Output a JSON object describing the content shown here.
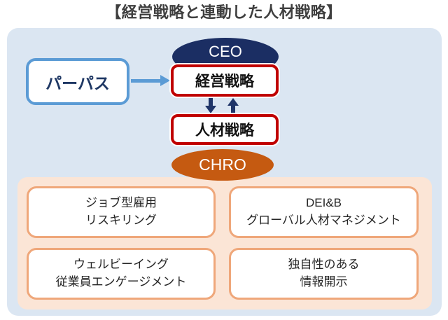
{
  "title": "【経営戦略と連動した人材戦略】",
  "nodes": {
    "ceo": {
      "label": "CEO"
    },
    "purpose": {
      "label": "パーパス"
    },
    "management_strategy": {
      "label": "経営戦略"
    },
    "hr_strategy": {
      "label": "人材戦略"
    },
    "chro": {
      "label": "CHRO"
    }
  },
  "arrows": {
    "purpose_to_management": "right-arrow",
    "management_to_hr": "down-arrow",
    "hr_to_management": "up-arrow"
  },
  "hr_initiatives": {
    "boxes": [
      {
        "lines": [
          "ジョブ型雇用",
          "リスキリング"
        ]
      },
      {
        "lines": [
          "DEI&B",
          "グローバル人材マネジメント"
        ]
      },
      {
        "lines": [
          "ウェルビーイング",
          "従業員エンゲージメント"
        ]
      },
      {
        "lines": [
          "独自性のある",
          "情報開示"
        ]
      }
    ]
  },
  "colors": {
    "navy": "#1b2e63",
    "red_border": "#c00000",
    "blue_border": "#5b9bd5",
    "orange": "#c55a11",
    "peach_bg": "#fbe5d6",
    "peach_border": "#efa77a",
    "light_blue_bg": "#dbe6f2",
    "title_text": "#3f3f3f"
  }
}
